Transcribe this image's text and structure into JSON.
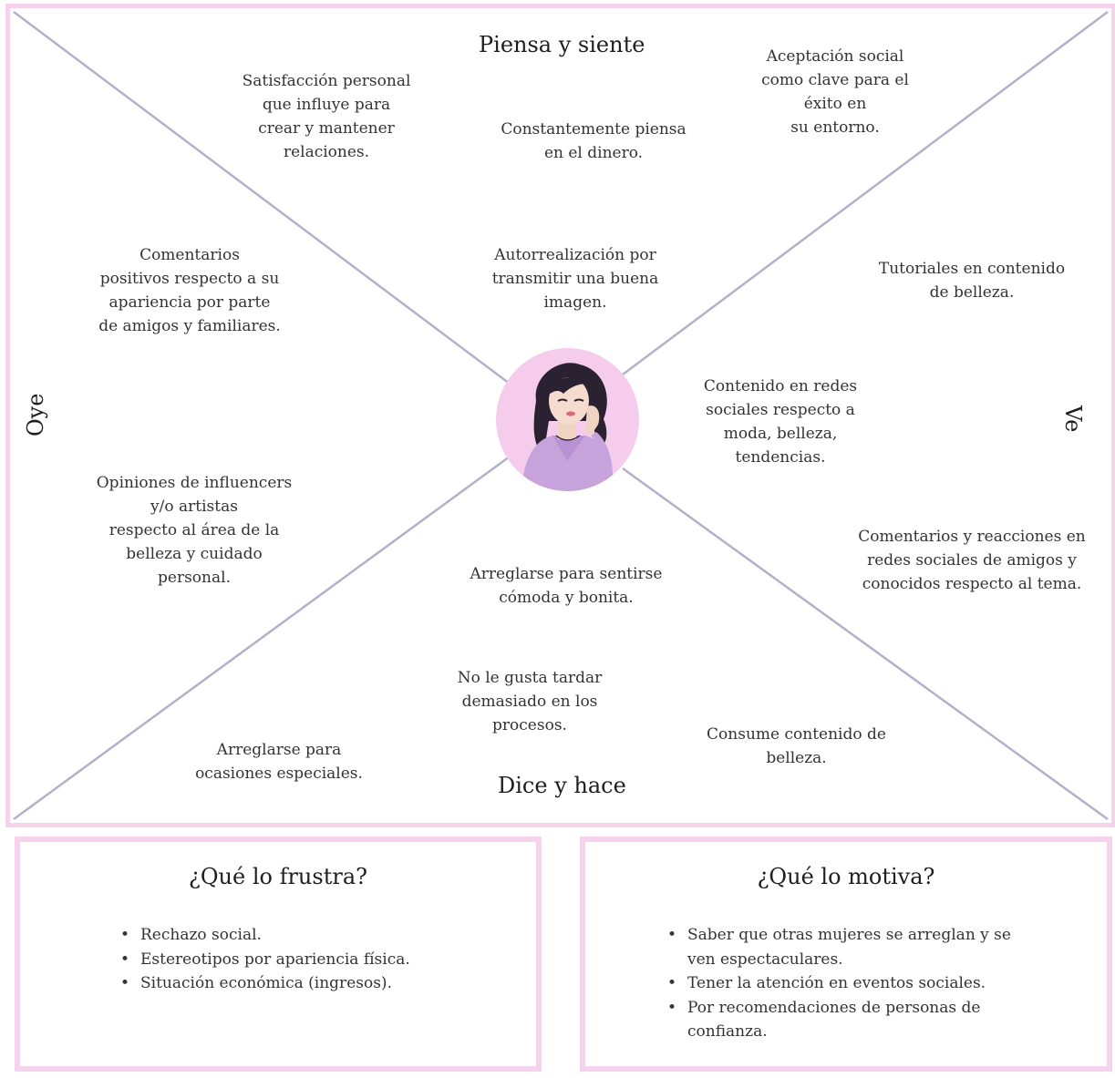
{
  "map": {
    "top_title": "Piensa y siente",
    "bottom_title": "Dice y hace",
    "left_title": "Oye",
    "right_title": "Ve",
    "piensa": {
      "a": "Satisfacción personal\nque influye para\ncrear y mantener\nrelaciones.",
      "b": "Constantemente piensa\nen el dinero.",
      "c": "Aceptación social\ncomo clave para el\néxito en\nsu entorno.",
      "d": "Autorrealización por\ntransmitir una buena\nimagen."
    },
    "oye": {
      "a": "Comentarios\npositivos respecto a su\napariencia por parte\nde amigos y familiares.",
      "b": "Opiniones de influencers\ny/o artistas\nrespecto al área de la\nbelleza y cuidado\npersonal."
    },
    "ve": {
      "a": "Tutoriales en contenido\nde belleza.",
      "b": "Contenido en redes\nsociales respecto a\nmoda, belleza,\ntendencias.",
      "c": "Comentarios y reacciones en\nredes sociales de amigos y\nconocidos respecto al tema."
    },
    "dice": {
      "a": "Arreglarse para sentirse\ncómoda y bonita.",
      "b": "No le gusta tardar\ndemasiado en los\nprocesos.",
      "c": "Arreglarse para\nocasiones especiales.",
      "d": "Consume contenido de\nbelleza."
    }
  },
  "frustra": {
    "title": "¿Qué lo frustra?",
    "items": [
      "Rechazo social.",
      "Estereotipos por apariencia física.",
      "Situación económica (ingresos)."
    ]
  },
  "motiva": {
    "title": "¿Qué lo motiva?",
    "items": [
      "Saber que otras mujeres se arreglan y se ven espectaculares.",
      "Tener la atención en eventos sociales.",
      "Por recomendaciones de personas de confianza."
    ]
  },
  "colors": {
    "border": "#f7d2ec",
    "diagonal": "#b3b1c9",
    "avatar_bg": "#f5ccec",
    "dress": "#c7a3dc"
  },
  "icons": {
    "avatar": "woman-portrait-icon"
  }
}
